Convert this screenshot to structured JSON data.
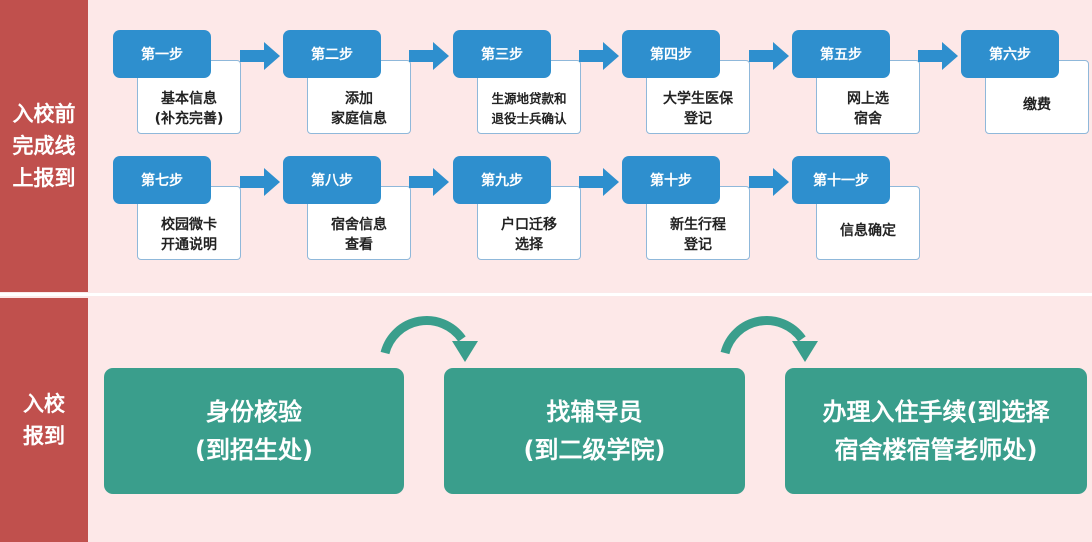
{
  "side": {
    "pre_lines": [
      "入校前",
      "完成线",
      "上报到"
    ],
    "arrive_lines": [
      "入校",
      "报到"
    ]
  },
  "steps": [
    {
      "tab": "第一步",
      "lines": [
        "基本信息",
        "(补充完善)"
      ]
    },
    {
      "tab": "第二步",
      "lines": [
        "添加",
        "家庭信息"
      ]
    },
    {
      "tab": "第三步",
      "lines": [
        "生源地贷款和",
        "退役士兵确认"
      ]
    },
    {
      "tab": "第四步",
      "lines": [
        "大学生医保",
        "登记"
      ]
    },
    {
      "tab": "第五步",
      "lines": [
        "网上选",
        "宿舍"
      ]
    },
    {
      "tab": "第六步",
      "lines": [
        "缴费"
      ]
    },
    {
      "tab": "第七步",
      "lines": [
        "校园微卡",
        "开通说明"
      ]
    },
    {
      "tab": "第八步",
      "lines": [
        "宿舍信息",
        "查看"
      ]
    },
    {
      "tab": "第九步",
      "lines": [
        "户口迁移",
        "选择"
      ]
    },
    {
      "tab": "第十步",
      "lines": [
        "新生行程",
        "登记"
      ]
    },
    {
      "tab": "第十一步",
      "lines": [
        "信息确定"
      ]
    }
  ],
  "arrive_steps": [
    {
      "lines": [
        "身份核验",
        "(到招生处)"
      ]
    },
    {
      "lines": [
        "找辅导员",
        "(到二级学院)"
      ]
    },
    {
      "lines": [
        "办理入住手续(到选择",
        "宿舍楼宿管老师处)"
      ]
    }
  ],
  "colors": {
    "side": "#c0504d",
    "background": "#fbe9e9",
    "tab": "#2e8fce",
    "green": "#3a9e8c"
  }
}
